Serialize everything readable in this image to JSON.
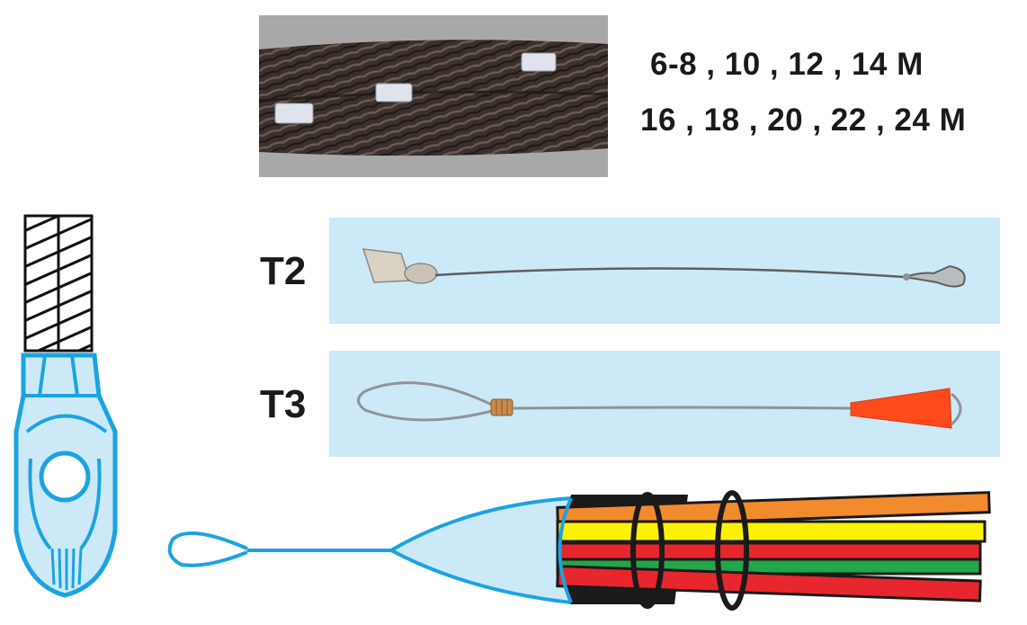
{
  "lengths": {
    "line1": "6-8 , 10 , 12 , 14 M",
    "line2": "16 , 18 , 20 , 22 , 24 M"
  },
  "models": [
    {
      "label": "T2"
    },
    {
      "label": "T3"
    }
  ],
  "colors": {
    "panel_bg": "#cce9f7",
    "cable_outline": "#1ba3e0",
    "cone_red": "#ff4a1c",
    "wire_orange": "#f28a2e",
    "wire_yellow": "#fff200",
    "wire_red": "#e8262d",
    "wire_green": "#22a64a"
  },
  "icons": [
    "cable-rope-photo",
    "cable-end-diagram",
    "t2-cable-tool-photo",
    "t3-cable-tool-photo",
    "cable-pulling-grip-diagram"
  ]
}
